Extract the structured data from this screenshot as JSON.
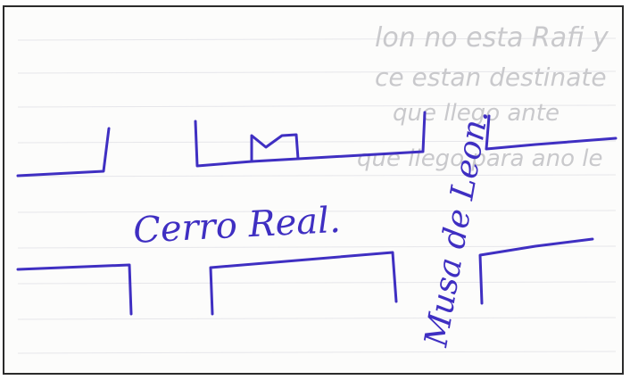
{
  "sketch": {
    "street_horizontal_label": "Cerro Real.",
    "street_vertical_label": "Musa de Leon.",
    "ink_color": "#3f2fc2",
    "border_color": "#2a2a2a",
    "show_through_lines": [
      "lon no esta Rafi y",
      "ce estan destinate",
      "que llego ante",
      "que llego para ano le"
    ]
  }
}
